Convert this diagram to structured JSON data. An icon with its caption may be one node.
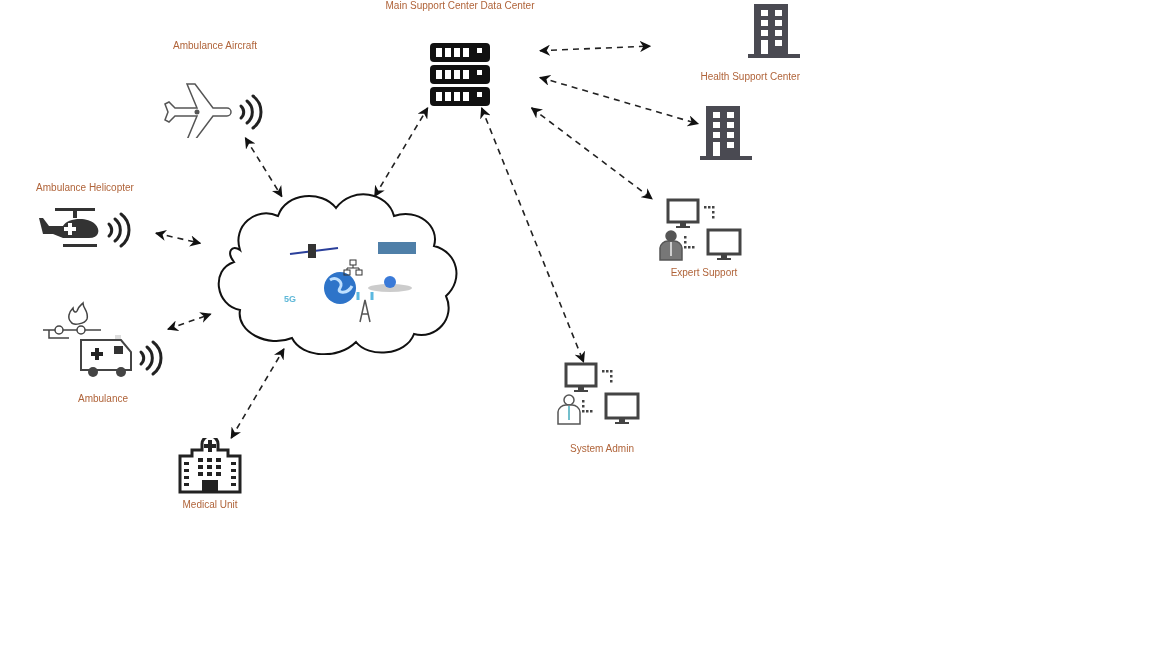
{
  "diagram": {
    "nodes": [
      {
        "text": [
          "Main Support Center Data Center"
        ]
      },
      {
        "text": [
          "Health Support Center"
        ]
      },
      {
        "text": [],
        "shape": "building"
      },
      {
        "text": [
          "Expert Support"
        ]
      },
      {
        "text": [
          "System Admin"
        ]
      },
      {
        "text": [
          "Ambulance Aircraft"
        ]
      },
      {
        "text": [
          "Ambulance Helicopter"
        ]
      },
      {
        "text": [
          "Ambulance"
        ]
      },
      {
        "text": [
          "Medical Unit"
        ]
      },
      {
        "text": [
          "5G"
        ]
      }
    ],
    "edges": [
      {
        "from": 0,
        "to": 1,
        "arrow": "both",
        "style": "dashed"
      },
      {
        "from": 0,
        "to": 2,
        "arrow": "both",
        "style": "dashed"
      },
      {
        "from": 0,
        "to": 3,
        "arrow": "both",
        "style": "dashed"
      },
      {
        "from": 0,
        "to": 4,
        "arrow": "both",
        "style": "dashed"
      },
      {
        "from": 5,
        "to": 9,
        "arrow": "both",
        "style": "dashed"
      },
      {
        "from": 6,
        "to": 9,
        "arrow": "both",
        "style": "dashed"
      },
      {
        "from": 7,
        "to": 9,
        "arrow": "both",
        "style": "dashed"
      },
      {
        "from": 8,
        "to": 9,
        "arrow": "both",
        "style": "dashed"
      },
      {
        "from": 9,
        "to": 0,
        "arrow": "both",
        "style": "dashed"
      }
    ]
  }
}
